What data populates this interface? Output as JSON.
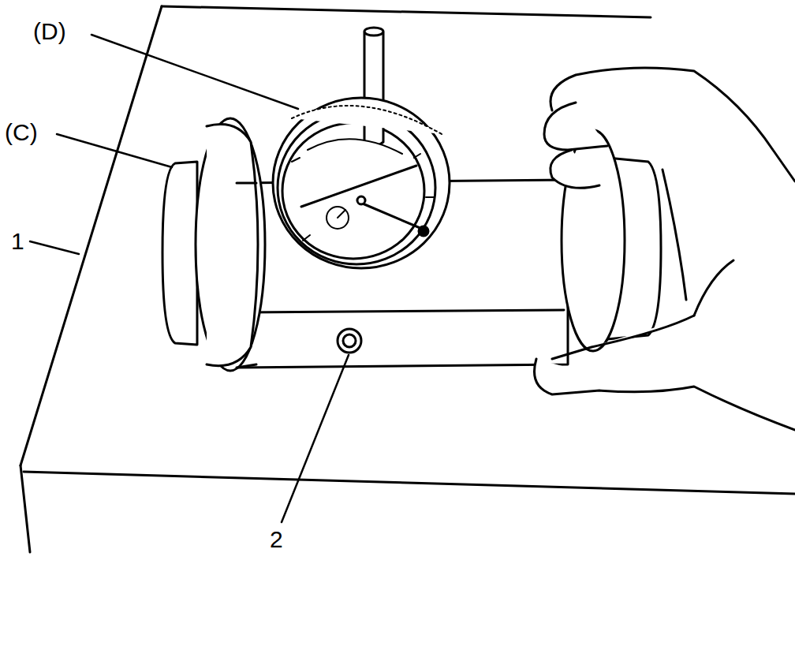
{
  "diagram": {
    "labels": [
      "(D)",
      "(C)",
      "1",
      "2"
    ]
  }
}
